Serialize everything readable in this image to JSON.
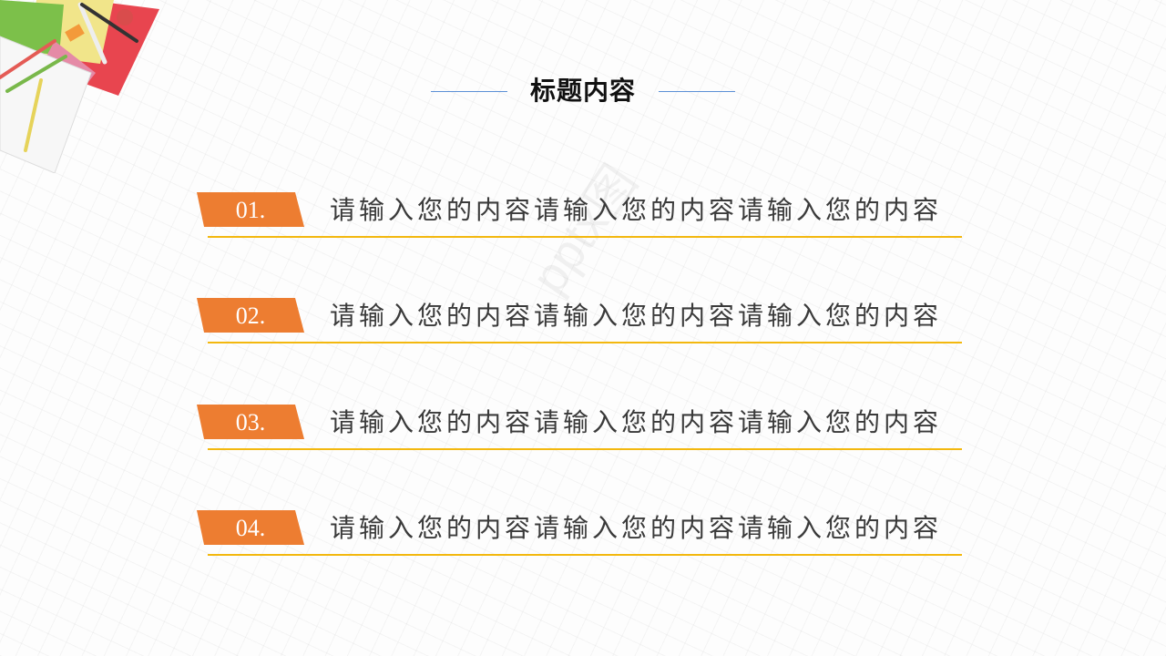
{
  "slide": {
    "title": "标题内容",
    "watermark": "pptx图",
    "items": [
      {
        "number": "01.",
        "text": "请输入您的内容请输入您的内容请输入您的内容"
      },
      {
        "number": "02.",
        "text": "请输入您的内容请输入您的内容请输入您的内容"
      },
      {
        "number": "03.",
        "text": "请输入您的内容请输入您的内容请输入您的内容"
      },
      {
        "number": "04.",
        "text": "请输入您的内容请输入您的内容请输入您的内容"
      }
    ],
    "colors": {
      "badge": "#ed7d31",
      "underline": "#f3b80f",
      "title_lines": "#5b8fd6",
      "title_text": "#111111",
      "body_text": "#3a3a3a"
    }
  }
}
